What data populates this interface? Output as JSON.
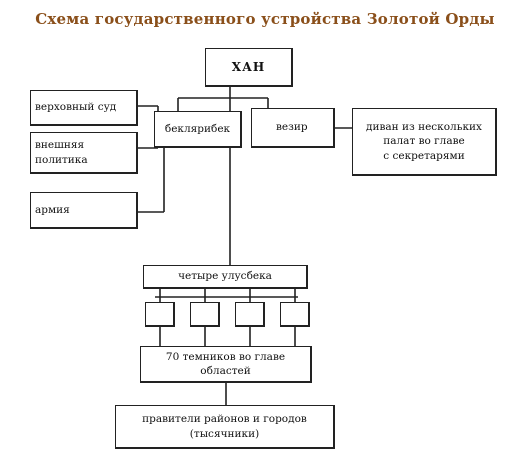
{
  "diagram": {
    "title": "Схема государственного устройства Золотой Орды",
    "nodes": {
      "khan": "ХАН",
      "supreme_court": "верховный суд",
      "foreign_policy": "внешняя\n     политика",
      "army": "армия",
      "beklyaribek": "беклярибек",
      "vizier": "везир",
      "divan": "диван из нескольких\nпалат во главе\nс секретарями",
      "ulusbeks": "четыре улусбека",
      "temniks": "70 темников во главе\nобластей",
      "rulers": "правители районов и городов\n(тысячники)"
    },
    "edges": [
      [
        "khan",
        "beklyaribek"
      ],
      [
        "khan",
        "vizier"
      ],
      [
        "beklyaribek",
        "supreme_court"
      ],
      [
        "beklyaribek",
        "foreign_policy"
      ],
      [
        "beklyaribek",
        "army"
      ],
      [
        "vizier",
        "divan"
      ],
      [
        "khan",
        "ulusbeks"
      ],
      [
        "ulusbeks",
        "ulus-1"
      ],
      [
        "ulusbeks",
        "ulus-2"
      ],
      [
        "ulusbeks",
        "ulus-3"
      ],
      [
        "ulusbeks",
        "ulus-4"
      ],
      [
        "ulusbeks",
        "temniks"
      ],
      [
        "temniks",
        "rulers"
      ]
    ]
  }
}
